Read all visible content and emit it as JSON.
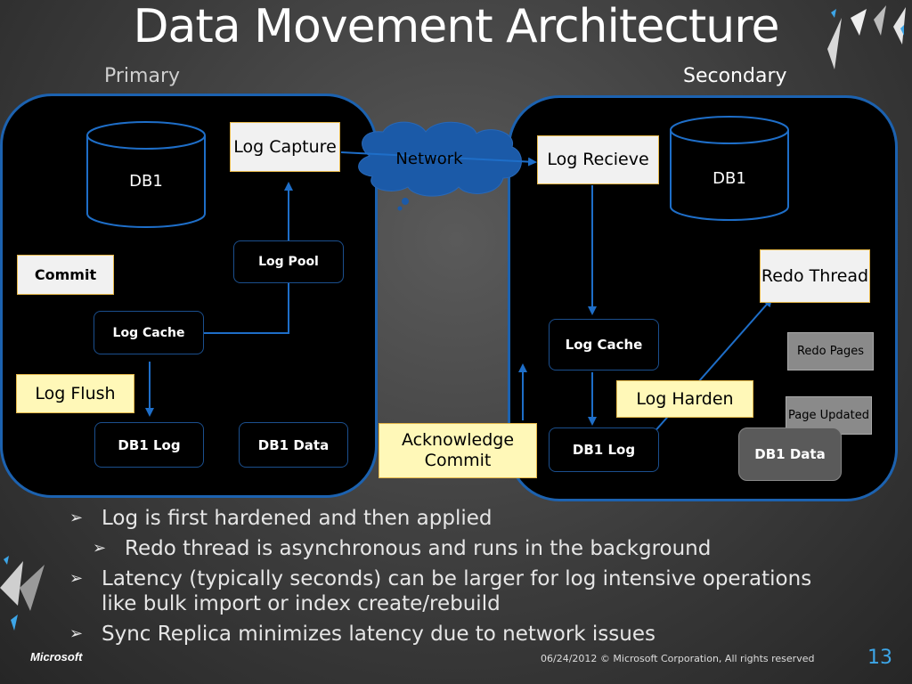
{
  "slide": {
    "title": "Data Movement Architecture",
    "page_number": "13",
    "footer": "06/24/2012  © Microsoft Corporation, All rights reserved",
    "logo": "Microsoft"
  },
  "diagram": {
    "primary": {
      "label": "Primary",
      "db": "DB1",
      "log_capture": "Log Capture",
      "log_pool": "Log Pool",
      "commit": "Commit",
      "log_cache": "Log Cache",
      "log_flush": "Log Flush",
      "db1_log": "DB1 Log",
      "db1_data": "DB1 Data"
    },
    "network": "Network",
    "acknowledge_commit": "Acknowledge Commit",
    "secondary": {
      "label": "Secondary",
      "log_receive": "Log Recieve",
      "db": "DB1",
      "redo_thread": "Redo Thread",
      "log_cache": "Log Cache",
      "redo_pages": "Redo Pages",
      "log_harden": "Log Harden",
      "page_updated": "Page Updated",
      "db1_log": "DB1 Log",
      "db1_data": "DB1 Data"
    }
  },
  "bullets": [
    {
      "text": "Log is first hardened and then applied",
      "level": 1
    },
    {
      "text": "Redo thread is asynchronous and runs in the background",
      "level": 2
    },
    {
      "text": "Latency (typically seconds) can be larger for log intensive operations like bulk import or index create/rebuild",
      "level": 1
    },
    {
      "text": "Sync Replica minimizes latency due to network issues",
      "level": 1
    }
  ],
  "colors": {
    "panel_border": "#1c62b0",
    "arrow": "#1e6ec8",
    "highlight_yellow": "#fff8b8",
    "cloud": "#1b5aa8"
  }
}
